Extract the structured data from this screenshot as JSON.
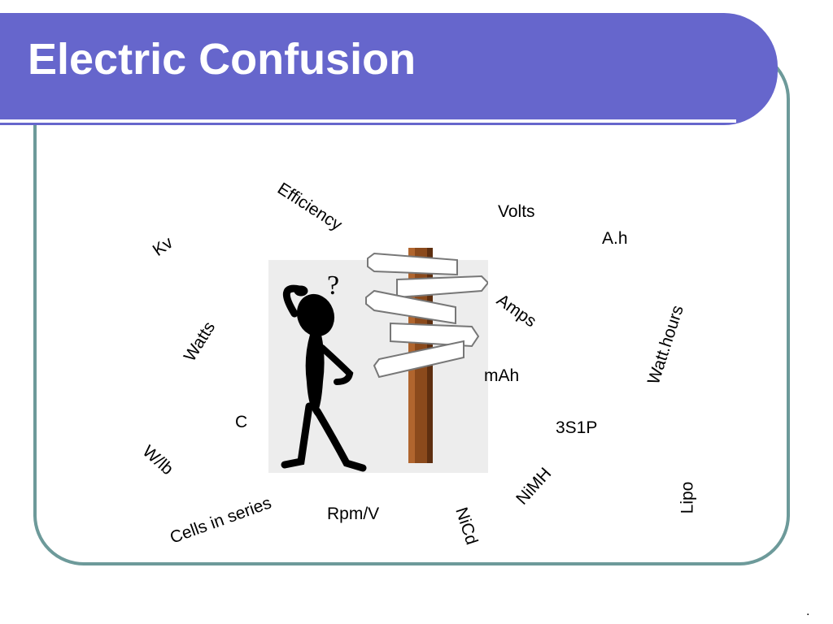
{
  "slide": {
    "title": "Electric Confusion",
    "footer_mark": "."
  },
  "colors": {
    "title_bar": "#6666cc",
    "frame_border": "#6d9a9a",
    "signpost_wood": "#8b4a1c",
    "figure": "#000000"
  },
  "illustration": {
    "question_mark": "?"
  },
  "words": {
    "efficiency": "Efficiency",
    "volts": "Volts",
    "ah": "A.h",
    "kv": "Kv",
    "amps": "Amps",
    "watt_hours": "Watt.hours",
    "watts": "Watts",
    "mah": "mAh",
    "c": "C",
    "s3p1": "3S1P",
    "wlb": "W/lb",
    "nimh": "NiMH",
    "lipo": "Lipo",
    "cells_in_series": "Cells in series",
    "rpm_v": "Rpm/V",
    "nicd": "NiCd"
  }
}
